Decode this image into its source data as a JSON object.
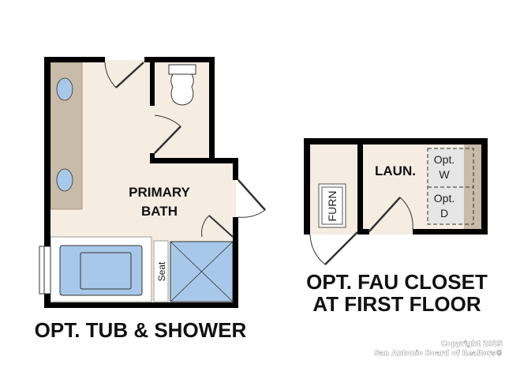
{
  "plan_left": {
    "room_label_line1": "PRIMARY",
    "room_label_line2": "BATH",
    "seat_label": "Seat",
    "caption": "OPT. TUB & SHOWER"
  },
  "plan_right": {
    "laundry_label": "LAUN.",
    "washer_label_line1": "Opt.",
    "washer_label_line2": "W",
    "dryer_label_line1": "Opt.",
    "dryer_label_line2": "D",
    "furnace_label": "FURN",
    "caption_line1": "OPT. FAU CLOSET",
    "caption_line2": "AT FIRST FLOOR"
  },
  "watermark": {
    "line1": "Copyright 2025",
    "line2": "San Antonio Board of Realtors®"
  },
  "colors": {
    "floor": "#f5ece2",
    "wall": "#000000",
    "cabinet": "#c8bba7",
    "fixture": "#a8c8ea"
  }
}
